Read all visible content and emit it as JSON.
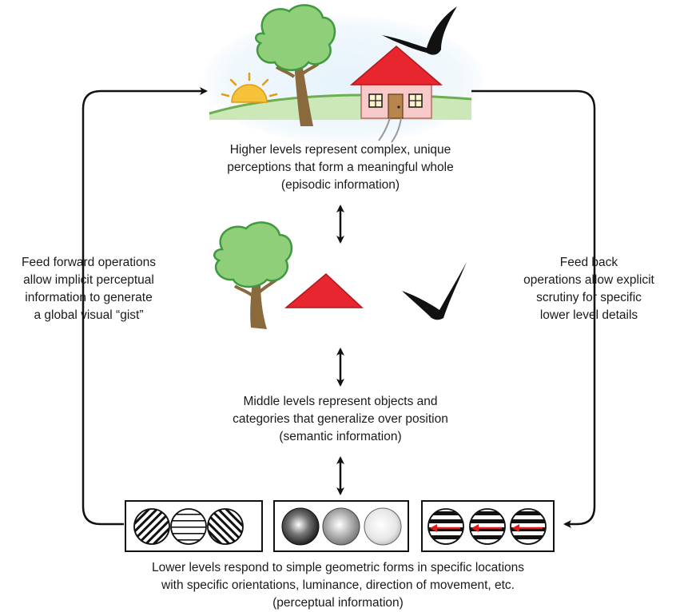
{
  "higher_caption": [
    "Higher levels represent complex, unique",
    "perceptions that form a meaningful whole",
    "(episodic information)"
  ],
  "middle_caption": [
    "Middle levels represent objects and",
    "categories that generalize over position",
    "(semantic information)"
  ],
  "lower_caption": [
    "Lower levels respond to simple geometric forms in specific locations",
    "with specific orientations, luminance, direction of movement, etc.",
    "(perceptual information)"
  ],
  "feed_forward": [
    "Feed forward operations",
    "allow implicit perceptual",
    "information to generate",
    "a global visual “gist”"
  ],
  "feed_back": [
    "Feed back",
    "operations allow explicit",
    "scrutiny for specific",
    "lower level details"
  ],
  "colors": {
    "foliage": "#8fcf7a",
    "foliage_edge": "#3f9a3f",
    "trunk": "#8a6a3c",
    "roof": "#e8262f",
    "house_wall": "#f7c9c9",
    "sun": "#f6c23a",
    "arrow": "#111111",
    "red_arrow": "#e01b1b"
  },
  "icons": [
    "tree-icon",
    "house-icon",
    "bird-icon",
    "sun-icon",
    "triangle-icon",
    "checkmark-icon",
    "grating-icon",
    "luminance-disc-icon",
    "motion-grating-icon"
  ]
}
